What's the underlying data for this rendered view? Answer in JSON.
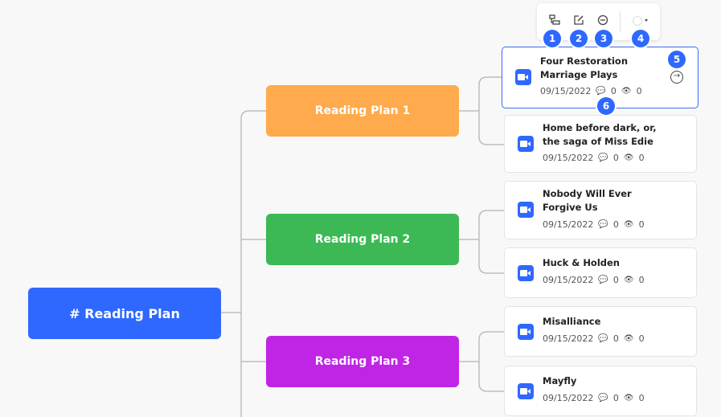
{
  "root": {
    "label": "# Reading Plan",
    "color": "#2f68ff"
  },
  "plans": [
    {
      "label": "Reading Plan 1",
      "color": "#ffaa4d"
    },
    {
      "label": "Reading Plan 2",
      "color": "#3cb954"
    },
    {
      "label": "Reading Plan 3",
      "color": "#c025e6"
    }
  ],
  "cards": [
    {
      "title": "Four Restoration Marriage Plays",
      "date": "09/15/2022",
      "comments": "0",
      "views": "0"
    },
    {
      "title": "Home before dark, or, the saga of Miss Edie",
      "date": "09/15/2022",
      "comments": "0",
      "views": "0"
    },
    {
      "title": "Nobody Will Ever Forgive Us",
      "date": "09/15/2022",
      "comments": "0",
      "views": "0"
    },
    {
      "title": "Huck & Holden",
      "date": "09/15/2022",
      "comments": "0",
      "views": "0"
    },
    {
      "title": "Misalliance",
      "date": "09/15/2022",
      "comments": "0",
      "views": "0"
    },
    {
      "title": "Mayfly",
      "date": "09/15/2022",
      "comments": "0",
      "views": "0"
    }
  ],
  "badges": [
    "1",
    "2",
    "3",
    "4",
    "5",
    "6"
  ]
}
